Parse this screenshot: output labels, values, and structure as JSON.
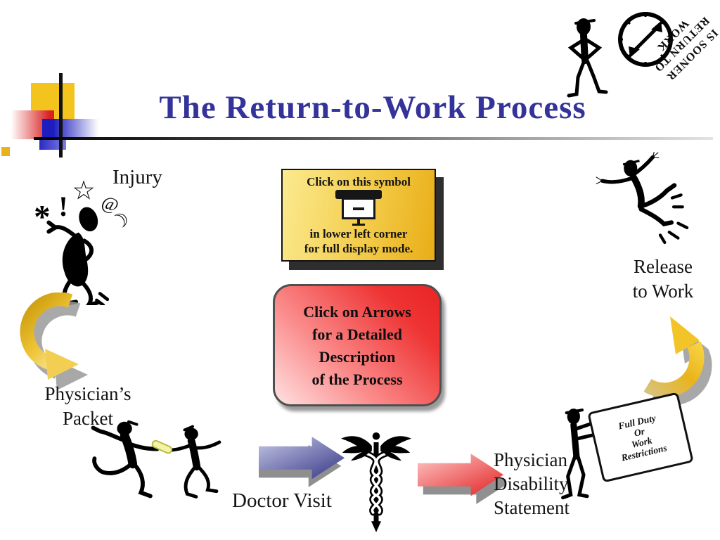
{
  "slide_title": "The Return-to-Work Process",
  "stamp": {
    "line1": "IS SOONER",
    "line2": "RETURN TO WORK"
  },
  "steps": {
    "injury": "Injury",
    "physicians_packet": {
      "line1": "Physician’s",
      "line2": "Packet"
    },
    "doctor_visit": "Doctor Visit",
    "physician_disability_statement": {
      "line1": "Physician",
      "line2": "Disability",
      "line3": "Statement"
    },
    "release_to_work": {
      "line1": "Release",
      "line2": "to Work"
    }
  },
  "info_box": {
    "line1": "Click on this symbol",
    "line2": "in lower left corner",
    "line3": "for full display mode."
  },
  "action_box": {
    "line1": "Click on Arrows",
    "line2": "for a Detailed",
    "line3": "Description",
    "line4": "of the Process"
  },
  "sign": {
    "line1": "Full Duty",
    "line2": "Or",
    "line3": "Work",
    "line4": "Restrictions"
  },
  "injury_marks": {
    "m1": "*",
    "m2": "!",
    "m3": "☆",
    "m4": "@",
    "m5": "☽"
  },
  "colors": {
    "title": "#333399",
    "info_box_yellow": "#edb21f",
    "action_box_red": "#ee2f2f",
    "gold_arrow": "#d4a017",
    "blue_arrow": "#3c3c8a",
    "red_arrow": "#e33030"
  }
}
